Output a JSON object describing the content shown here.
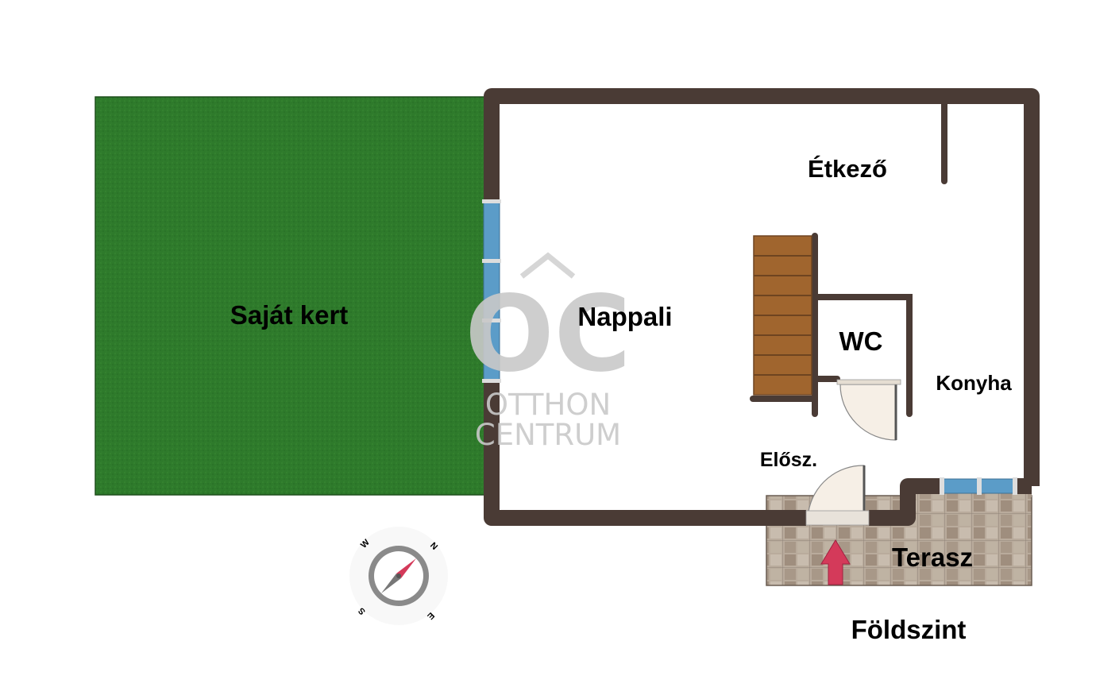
{
  "plan": {
    "floor_title": "Földszint",
    "rooms": {
      "garden": "Saját kert",
      "living": "Nappali",
      "dining": "Étkező",
      "wc": "WC",
      "kitchen": "Konyha",
      "hall": "Elősz.",
      "terrace": "Terasz"
    },
    "watermark": {
      "monogram": "OC",
      "line1": "OTTHON",
      "line2": "CENTRUM"
    },
    "compass": {
      "n": "N",
      "e": "E",
      "s": "S",
      "w": "W"
    }
  },
  "colors": {
    "wall": "#4a3b35",
    "garden": "#2e7a2b",
    "window": "#5b9cc8",
    "stairs": "#a0652e",
    "terrace": "#b8a99a",
    "entry_arrow": "#d43a5a",
    "door": "#f6efe6"
  },
  "icons": [
    "compass-icon",
    "entry-arrow-icon"
  ]
}
